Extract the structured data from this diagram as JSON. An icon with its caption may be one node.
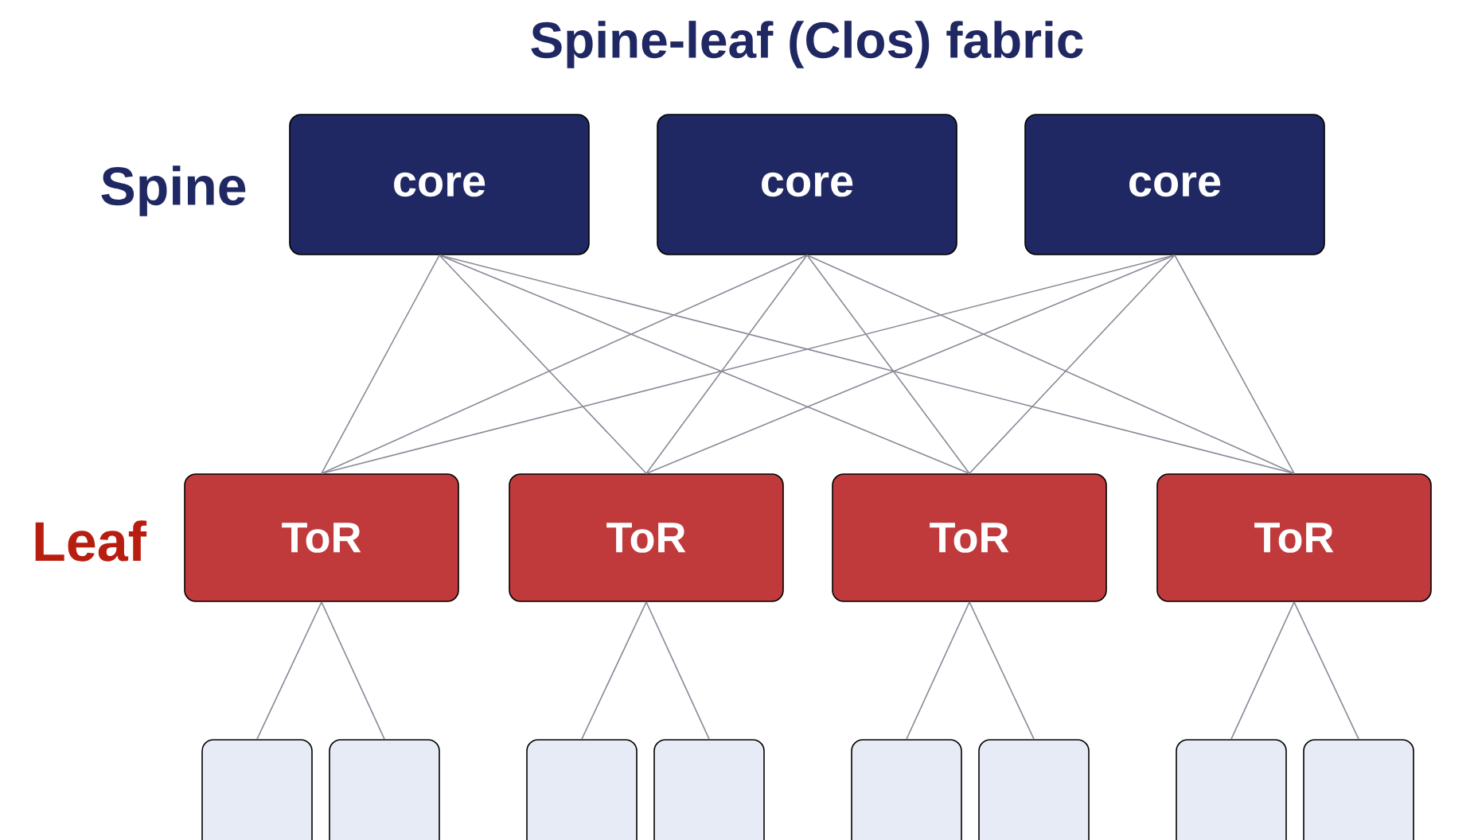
{
  "diagram": {
    "title": "Spine-leaf (Clos) fabric",
    "nodes": [
      {
        "text": [
          "core"
        ]
      },
      {
        "text": [
          "core"
        ]
      },
      {
        "text": [
          "core"
        ]
      },
      {
        "text": [
          "ToR"
        ]
      },
      {
        "text": [
          "ToR"
        ]
      },
      {
        "text": [
          "ToR"
        ]
      },
      {
        "text": [
          "ToR"
        ]
      },
      {
        "text": [],
        "shape": "box"
      },
      {
        "text": [],
        "shape": "box"
      },
      {
        "text": [],
        "shape": "box"
      },
      {
        "text": [],
        "shape": "box"
      },
      {
        "text": [],
        "shape": "box"
      },
      {
        "text": [],
        "shape": "box"
      },
      {
        "text": [],
        "shape": "box"
      },
      {
        "text": [],
        "shape": "box"
      }
    ],
    "edges": [
      {
        "from": 0,
        "to": 3,
        "arrow": "none"
      },
      {
        "from": 0,
        "to": 4,
        "arrow": "none"
      },
      {
        "from": 0,
        "to": 5,
        "arrow": "none"
      },
      {
        "from": 0,
        "to": 6,
        "arrow": "none"
      },
      {
        "from": 1,
        "to": 3,
        "arrow": "none"
      },
      {
        "from": 1,
        "to": 4,
        "arrow": "none"
      },
      {
        "from": 1,
        "to": 5,
        "arrow": "none"
      },
      {
        "from": 1,
        "to": 6,
        "arrow": "none"
      },
      {
        "from": 2,
        "to": 3,
        "arrow": "none"
      },
      {
        "from": 2,
        "to": 4,
        "arrow": "none"
      },
      {
        "from": 2,
        "to": 5,
        "arrow": "none"
      },
      {
        "from": 2,
        "to": 6,
        "arrow": "none"
      },
      {
        "from": 3,
        "to": 7,
        "arrow": "none"
      },
      {
        "from": 3,
        "to": 8,
        "arrow": "none"
      },
      {
        "from": 4,
        "to": 9,
        "arrow": "none"
      },
      {
        "from": 4,
        "to": 10,
        "arrow": "none"
      },
      {
        "from": 5,
        "to": 11,
        "arrow": "none"
      },
      {
        "from": 5,
        "to": 12,
        "arrow": "none"
      },
      {
        "from": 6,
        "to": 13,
        "arrow": "none"
      },
      {
        "from": 6,
        "to": 14,
        "arrow": "none"
      }
    ],
    "labels": [
      "Spine",
      "Leaf"
    ]
  }
}
